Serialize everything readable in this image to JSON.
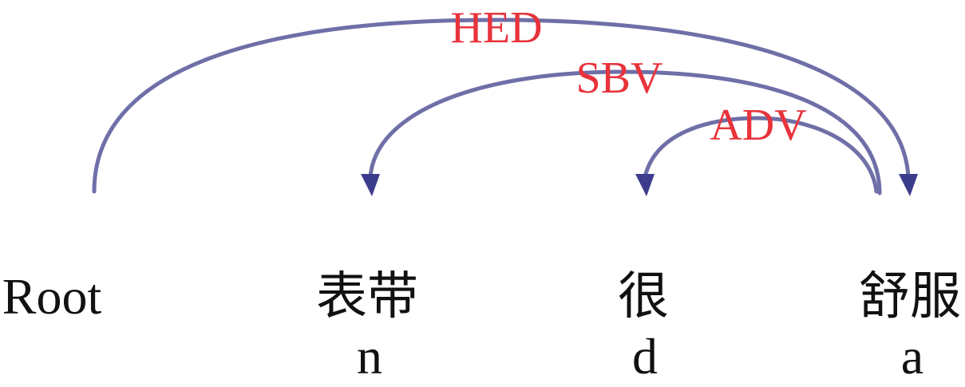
{
  "colors": {
    "arc": "#6f6fa8",
    "arrowhead": "#3c3c8c",
    "label": "#e8333b",
    "text": "#111111",
    "background": "#ffffff"
  },
  "tokens": [
    {
      "word": "Root",
      "pos": ""
    },
    {
      "word": "表带",
      "pos": "n"
    },
    {
      "word": "很",
      "pos": "d"
    },
    {
      "word": "舒服",
      "pos": "a"
    }
  ],
  "arcs": [
    {
      "label": "HED",
      "from": 0,
      "to": 3
    },
    {
      "label": "SBV",
      "from": 3,
      "to": 1
    },
    {
      "label": "ADV",
      "from": 3,
      "to": 2
    }
  ]
}
